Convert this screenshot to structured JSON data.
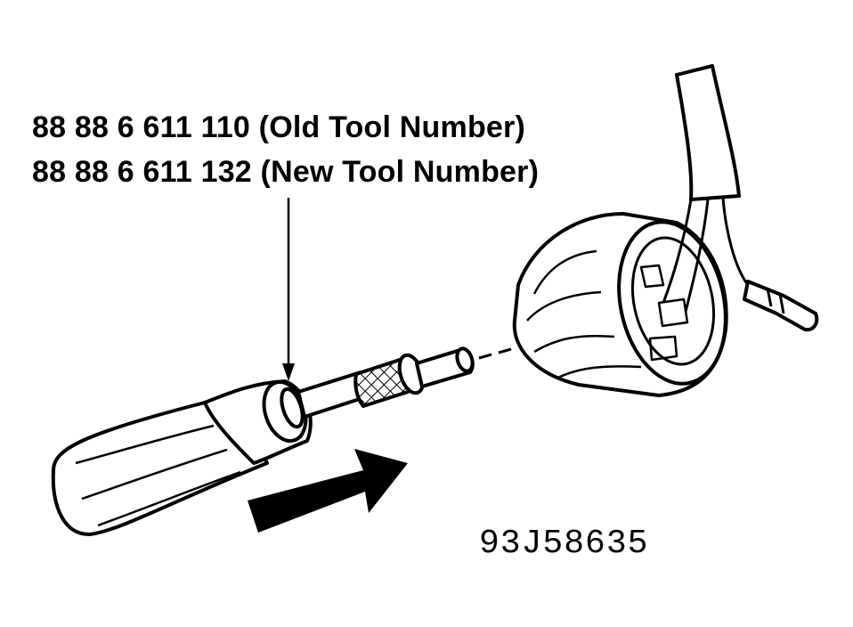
{
  "callout": {
    "old_tool": "88 88 6 611 110 (Old Tool Number)",
    "new_tool": "88 88 6 611 132 (New Tool Number)"
  },
  "figure_id": "93J58635",
  "colors": {
    "ink": "#000000",
    "paper": "#ffffff"
  }
}
